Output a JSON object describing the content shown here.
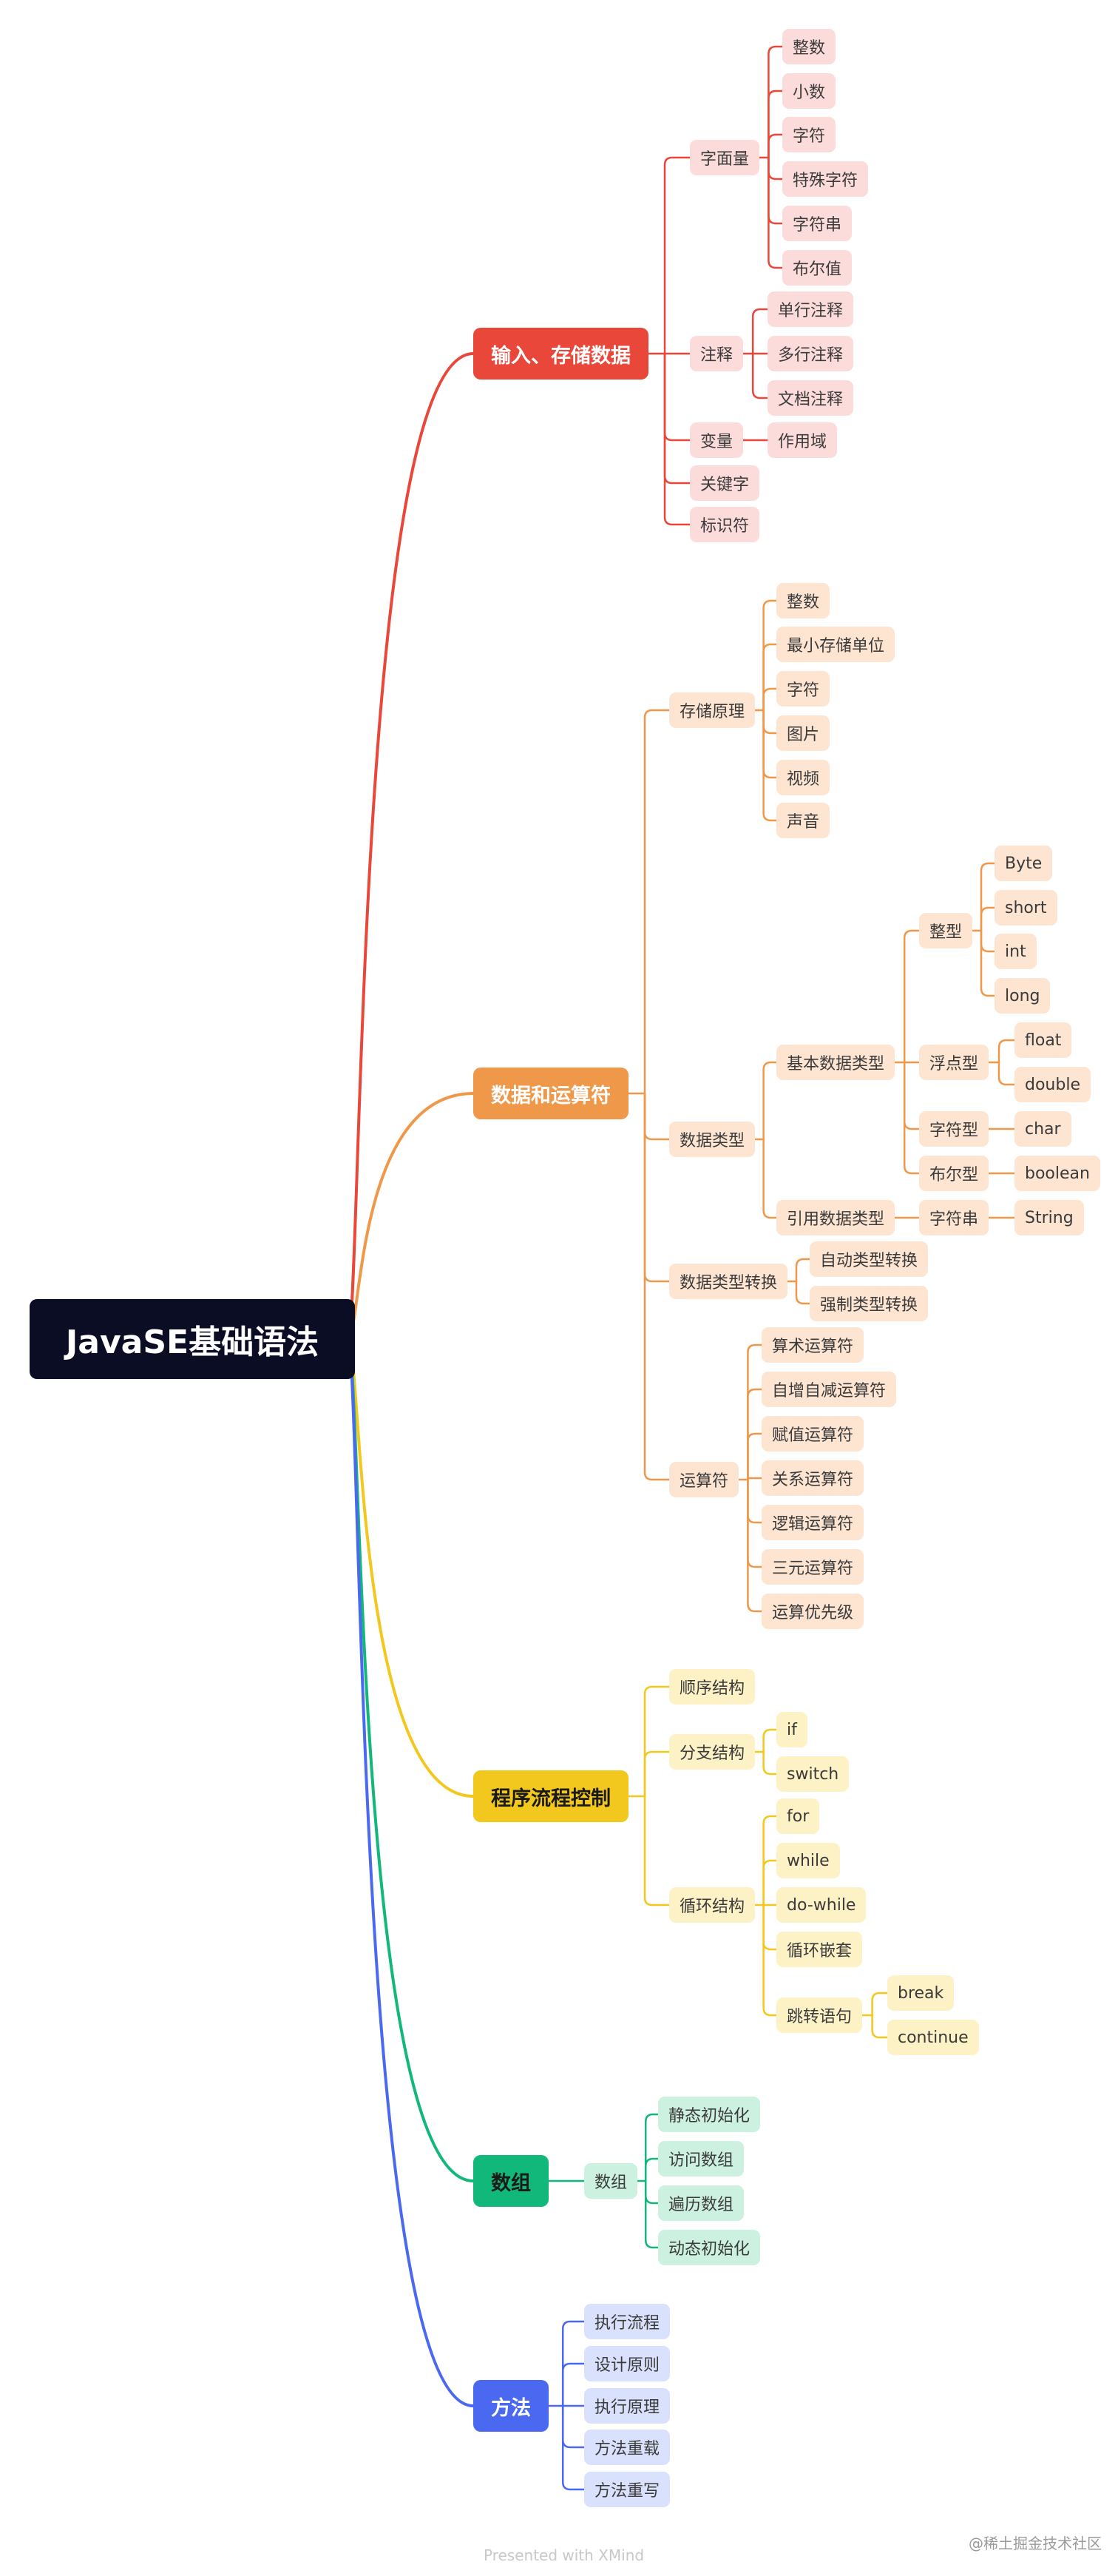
{
  "root": {
    "label": "JavaSE基础语法",
    "color": "#0b0d24"
  },
  "branches": [
    {
      "id": "b1",
      "label": "输入、存储数据",
      "color": "#e8473a",
      "fill": "#fcdcda",
      "children": [
        {
          "id": "b1-1",
          "label": "字面量",
          "children": [
            {
              "id": "b1-1-1",
              "label": "整数"
            },
            {
              "id": "b1-1-2",
              "label": "小数"
            },
            {
              "id": "b1-1-3",
              "label": "字符"
            },
            {
              "id": "b1-1-4",
              "label": "特殊字符"
            },
            {
              "id": "b1-1-5",
              "label": "字符串"
            },
            {
              "id": "b1-1-6",
              "label": "布尔值"
            }
          ]
        },
        {
          "id": "b1-2",
          "label": "注释",
          "children": [
            {
              "id": "b1-2-1",
              "label": "单行注释"
            },
            {
              "id": "b1-2-2",
              "label": "多行注释"
            },
            {
              "id": "b1-2-3",
              "label": "文档注释"
            }
          ]
        },
        {
          "id": "b1-3",
          "label": "变量",
          "children": [
            {
              "id": "b1-3-1",
              "label": "作用域"
            }
          ]
        },
        {
          "id": "b1-4",
          "label": "关键字"
        },
        {
          "id": "b1-5",
          "label": "标识符"
        }
      ]
    },
    {
      "id": "b2",
      "label": "数据和运算符",
      "color": "#f0984a",
      "fill": "#fde5d2",
      "children": [
        {
          "id": "b2-1",
          "label": "存储原理",
          "children": [
            {
              "id": "b2-1-1",
              "label": "整数"
            },
            {
              "id": "b2-1-2",
              "label": "最小存储单位"
            },
            {
              "id": "b2-1-3",
              "label": "字符"
            },
            {
              "id": "b2-1-4",
              "label": "图片"
            },
            {
              "id": "b2-1-5",
              "label": "视频"
            },
            {
              "id": "b2-1-6",
              "label": "声音"
            }
          ]
        },
        {
          "id": "b2-2",
          "label": "数据类型",
          "children": [
            {
              "id": "b2-2-1",
              "label": "基本数据类型",
              "children": [
                {
                  "id": "b2-2-1-1",
                  "label": "整型",
                  "children": [
                    {
                      "id": "b2-2-1-1-1",
                      "label": "Byte"
                    },
                    {
                      "id": "b2-2-1-1-2",
                      "label": "short"
                    },
                    {
                      "id": "b2-2-1-1-3",
                      "label": "int"
                    },
                    {
                      "id": "b2-2-1-1-4",
                      "label": "long"
                    }
                  ]
                },
                {
                  "id": "b2-2-1-2",
                  "label": "浮点型",
                  "children": [
                    {
                      "id": "b2-2-1-2-1",
                      "label": "float"
                    },
                    {
                      "id": "b2-2-1-2-2",
                      "label": "double"
                    }
                  ]
                },
                {
                  "id": "b2-2-1-3",
                  "label": "字符型",
                  "children": [
                    {
                      "id": "b2-2-1-3-1",
                      "label": "char"
                    }
                  ]
                },
                {
                  "id": "b2-2-1-4",
                  "label": "布尔型",
                  "children": [
                    {
                      "id": "b2-2-1-4-1",
                      "label": "boolean"
                    }
                  ]
                }
              ]
            },
            {
              "id": "b2-2-2",
              "label": "引用数据类型",
              "children": [
                {
                  "id": "b2-2-2-1",
                  "label": "字符串",
                  "children": [
                    {
                      "id": "b2-2-2-1-1",
                      "label": "String"
                    }
                  ]
                }
              ]
            }
          ]
        },
        {
          "id": "b2-3",
          "label": "数据类型转换",
          "children": [
            {
              "id": "b2-3-1",
              "label": "自动类型转换"
            },
            {
              "id": "b2-3-2",
              "label": "强制类型转换"
            }
          ]
        },
        {
          "id": "b2-4",
          "label": "运算符",
          "children": [
            {
              "id": "b2-4-1",
              "label": "算术运算符"
            },
            {
              "id": "b2-4-2",
              "label": "自增自减运算符"
            },
            {
              "id": "b2-4-3",
              "label": "赋值运算符"
            },
            {
              "id": "b2-4-4",
              "label": "关系运算符"
            },
            {
              "id": "b2-4-5",
              "label": "逻辑运算符"
            },
            {
              "id": "b2-4-6",
              "label": "三元运算符"
            },
            {
              "id": "b2-4-7",
              "label": "运算优先级"
            }
          ]
        }
      ]
    },
    {
      "id": "b3",
      "label": "程序流程控制",
      "color": "#f2c81e",
      "fill": "#fdf2c6",
      "dark_text": true,
      "children": [
        {
          "id": "b3-1",
          "label": "顺序结构"
        },
        {
          "id": "b3-2",
          "label": "分支结构",
          "children": [
            {
              "id": "b3-2-1",
              "label": "if"
            },
            {
              "id": "b3-2-2",
              "label": "switch"
            }
          ]
        },
        {
          "id": "b3-3",
          "label": "循环结构",
          "children": [
            {
              "id": "b3-3-1",
              "label": "for"
            },
            {
              "id": "b3-3-2",
              "label": "while"
            },
            {
              "id": "b3-3-3",
              "label": "do-while"
            },
            {
              "id": "b3-3-4",
              "label": "循环嵌套"
            },
            {
              "id": "b3-3-5",
              "label": "跳转语句",
              "children": [
                {
                  "id": "b3-3-5-1",
                  "label": "break"
                },
                {
                  "id": "b3-3-5-2",
                  "label": "continue"
                }
              ]
            }
          ]
        }
      ]
    },
    {
      "id": "b4",
      "label": "数组",
      "color": "#11b87a",
      "fill": "#cdf1e1",
      "dark_text": true,
      "children": [
        {
          "id": "b4-1",
          "label": "数组",
          "children": [
            {
              "id": "b4-1-1",
              "label": "静态初始化"
            },
            {
              "id": "b4-1-2",
              "label": "访问数组"
            },
            {
              "id": "b4-1-3",
              "label": "遍历数组"
            },
            {
              "id": "b4-1-4",
              "label": "动态初始化"
            }
          ]
        }
      ]
    },
    {
      "id": "b5",
      "label": "方法",
      "color": "#4a69f0",
      "fill": "#dae1fc",
      "children": [
        {
          "id": "b5-1",
          "label": "执行流程"
        },
        {
          "id": "b5-2",
          "label": "设计原则"
        },
        {
          "id": "b5-3",
          "label": "执行原理"
        },
        {
          "id": "b5-4",
          "label": "方法重载"
        },
        {
          "id": "b5-5",
          "label": "方法重写"
        }
      ]
    }
  ],
  "footer": {
    "text": "Presented with XMind"
  },
  "watermark": {
    "text": "@稀土掘金技术社区"
  }
}
